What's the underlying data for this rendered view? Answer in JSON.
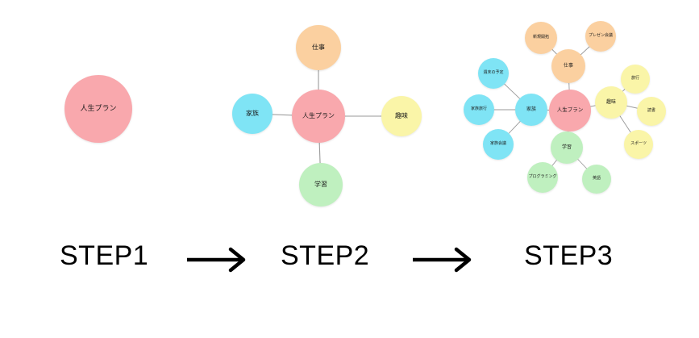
{
  "diagram": {
    "title_sequence": [
      "STEP1",
      "STEP2",
      "STEP3"
    ],
    "arrow_glyph": "→",
    "background_color": "#ffffff",
    "palette": {
      "center_pink": "#f9a8ad",
      "work_orange": "#fbd0a0",
      "family_cyan": "#7fe4f5",
      "hobby_yellow": "#faf5a8",
      "study_green": "#bff0bf",
      "link_gray": "#9a9a9a",
      "text_dark": "#1a1a1a"
    }
  },
  "steps": [
    {
      "id": "step1",
      "caption": "STEP1",
      "nodes": [
        {
          "id": "s1-center",
          "label": "人生プラン",
          "color": "#f9a8ad",
          "level": 0
        }
      ],
      "links": []
    },
    {
      "id": "step2",
      "caption": "STEP2",
      "nodes": [
        {
          "id": "s2-center",
          "label": "人生プラン",
          "color": "#f9a8ad",
          "level": 0
        },
        {
          "id": "s2-work",
          "label": "仕事",
          "color": "#fbd0a0",
          "level": 1
        },
        {
          "id": "s2-family",
          "label": "家族",
          "color": "#7fe4f5",
          "level": 1
        },
        {
          "id": "s2-hobby",
          "label": "趣味",
          "color": "#faf5a8",
          "level": 1
        },
        {
          "id": "s2-study",
          "label": "学習",
          "color": "#bff0bf",
          "level": 1
        }
      ],
      "links": [
        {
          "from": "s2-center",
          "to": "s2-work"
        },
        {
          "from": "s2-center",
          "to": "s2-family"
        },
        {
          "from": "s2-center",
          "to": "s2-hobby"
        },
        {
          "from": "s2-center",
          "to": "s2-study"
        }
      ]
    },
    {
      "id": "step3",
      "caption": "STEP3",
      "nodes": [
        {
          "id": "s3-center",
          "label": "人生プラン",
          "color": "#f9a8ad",
          "level": 0
        },
        {
          "id": "s3-work",
          "label": "仕事",
          "color": "#fbd0a0",
          "level": 1
        },
        {
          "id": "s3-family",
          "label": "家族",
          "color": "#7fe4f5",
          "level": 1
        },
        {
          "id": "s3-hobby",
          "label": "趣味",
          "color": "#faf5a8",
          "level": 1
        },
        {
          "id": "s3-study",
          "label": "学習",
          "color": "#bff0bf",
          "level": 1
        },
        {
          "id": "s3-work-1",
          "label": "新規開拓",
          "color": "#fbd0a0",
          "level": 2
        },
        {
          "id": "s3-work-2",
          "label": "プレゼン会議",
          "color": "#fbd0a0",
          "level": 2
        },
        {
          "id": "s3-fam-1",
          "label": "週末の予定",
          "color": "#7fe4f5",
          "level": 2
        },
        {
          "id": "s3-fam-2",
          "label": "家族旅行",
          "color": "#7fe4f5",
          "level": 2
        },
        {
          "id": "s3-fam-3",
          "label": "家族会議",
          "color": "#7fe4f5",
          "level": 2
        },
        {
          "id": "s3-hob-1",
          "label": "旅行",
          "color": "#faf5a8",
          "level": 2
        },
        {
          "id": "s3-hob-2",
          "label": "読書",
          "color": "#faf5a8",
          "level": 2
        },
        {
          "id": "s3-hob-3",
          "label": "スポーツ",
          "color": "#faf5a8",
          "level": 2
        },
        {
          "id": "s3-std-1",
          "label": "プログラミング",
          "color": "#bff0bf",
          "level": 2
        },
        {
          "id": "s3-std-2",
          "label": "英語",
          "color": "#bff0bf",
          "level": 2
        }
      ],
      "links": [
        {
          "from": "s3-center",
          "to": "s3-work"
        },
        {
          "from": "s3-center",
          "to": "s3-family"
        },
        {
          "from": "s3-center",
          "to": "s3-hobby"
        },
        {
          "from": "s3-center",
          "to": "s3-study"
        },
        {
          "from": "s3-work",
          "to": "s3-work-1"
        },
        {
          "from": "s3-work",
          "to": "s3-work-2"
        },
        {
          "from": "s3-family",
          "to": "s3-fam-1"
        },
        {
          "from": "s3-family",
          "to": "s3-fam-2"
        },
        {
          "from": "s3-family",
          "to": "s3-fam-3"
        },
        {
          "from": "s3-hobby",
          "to": "s3-hob-1"
        },
        {
          "from": "s3-hobby",
          "to": "s3-hob-2"
        },
        {
          "from": "s3-hobby",
          "to": "s3-hob-3"
        },
        {
          "from": "s3-study",
          "to": "s3-std-1"
        },
        {
          "from": "s3-study",
          "to": "s3-std-2"
        }
      ]
    }
  ]
}
